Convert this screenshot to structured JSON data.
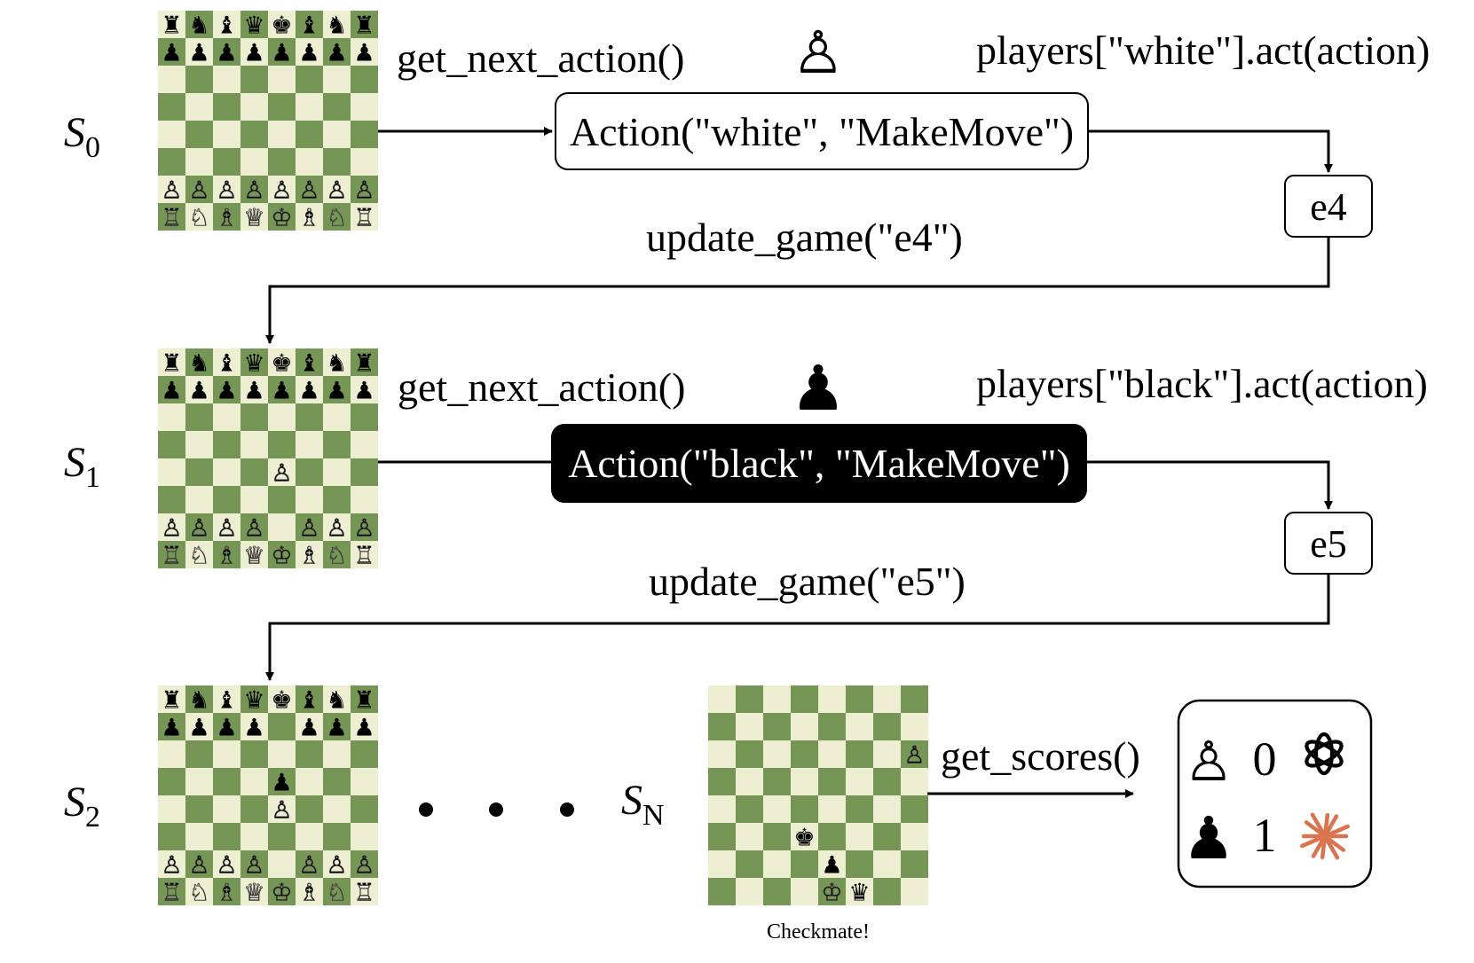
{
  "colors": {
    "light_square": "#eeeed2",
    "dark_square": "#769656",
    "claude_accent": "#d9744f",
    "black_box": "#000000"
  },
  "states": {
    "s0": {
      "symbol": "S",
      "subscript": "0"
    },
    "s1": {
      "symbol": "S",
      "subscript": "1"
    },
    "s2": {
      "symbol": "S",
      "subscript": "2"
    },
    "sN": {
      "symbol": "S",
      "subscript": "N"
    }
  },
  "row1": {
    "get_action": "get_next_action()",
    "act_call": "players[\"white\"].act(action)",
    "action_box": "Action(\"white\", \"MakeMove\")",
    "move": "e4",
    "update": "update_game(\"e4\")",
    "player_icon": "white-pawn-icon"
  },
  "row2": {
    "get_action": "get_next_action()",
    "act_call": "players[\"black\"].act(action)",
    "action_box": "Action(\"black\", \"MakeMove\")",
    "move": "e5",
    "update": "update_game(\"e5\")",
    "player_icon": "black-pawn-icon"
  },
  "ellipsis": "• • •",
  "final": {
    "caption": "Checkmate!",
    "scores_call": "get_scores()",
    "scores": [
      {
        "player": "white",
        "icon": "white-pawn-icon",
        "score": "0",
        "model_icon": "openai-logo-icon"
      },
      {
        "player": "black",
        "icon": "black-pawn-icon",
        "score": "1",
        "model_icon": "claude-logo-icon"
      }
    ]
  },
  "boards": {
    "s0": [
      "rnbqkbnr",
      "pppppppp",
      "........",
      "........",
      "........",
      "........",
      "PPPPPPPP",
      "RNBQKBNR"
    ],
    "s1": [
      "rnbqkbnr",
      "pppppppp",
      "........",
      "........",
      "....P...",
      "........",
      "PPPP.PPP",
      "RNBQKBNR"
    ],
    "s2": [
      "rnbqkbnr",
      "pppp.ppp",
      "........",
      "....p...",
      "....P...",
      "........",
      "PPPP.PPP",
      "RNBQKBNR"
    ],
    "sN": [
      "........",
      "........",
      ".......P",
      "........",
      "........",
      "...k....",
      "....p...",
      "....Kq.."
    ]
  }
}
